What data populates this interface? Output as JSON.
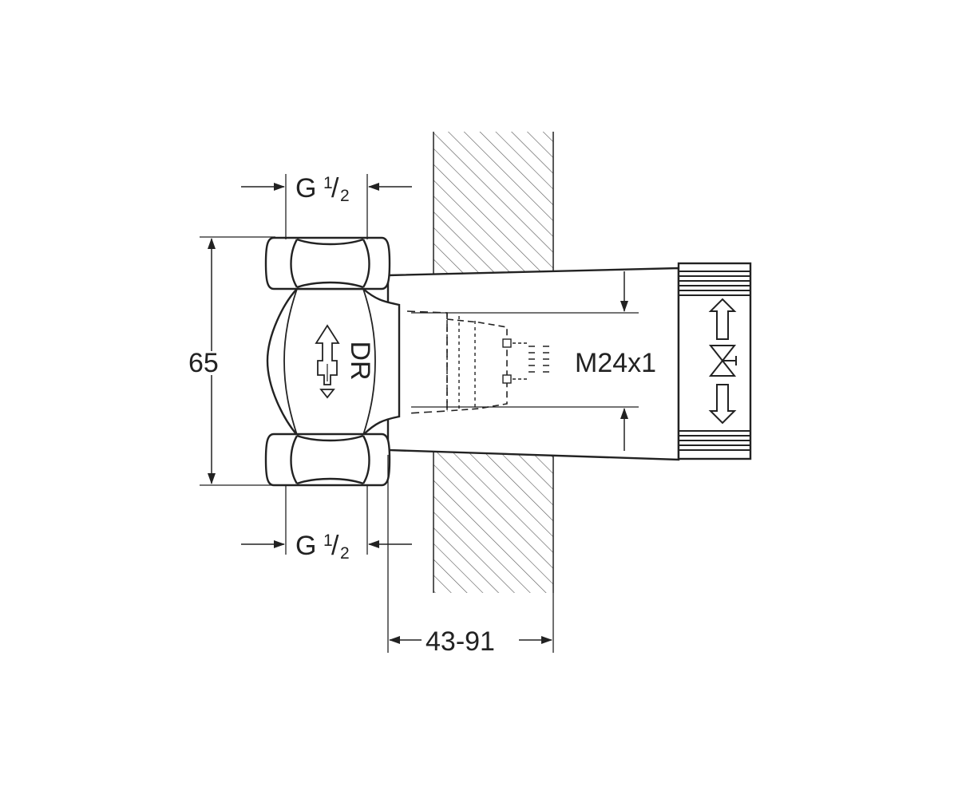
{
  "dimensions": {
    "top_thread": {
      "main": "G",
      "numerator": "1",
      "slash": "/",
      "denominator": "2"
    },
    "bottom_thread": {
      "main": "G",
      "numerator": "1",
      "slash": "/",
      "denominator": "2"
    },
    "height": "65",
    "thread_size": "M24x1",
    "depth_range": "43-91"
  },
  "body_marking": "DR",
  "colors": {
    "line": "#222222",
    "fill": "#ffffff",
    "hatch": "#555555"
  }
}
